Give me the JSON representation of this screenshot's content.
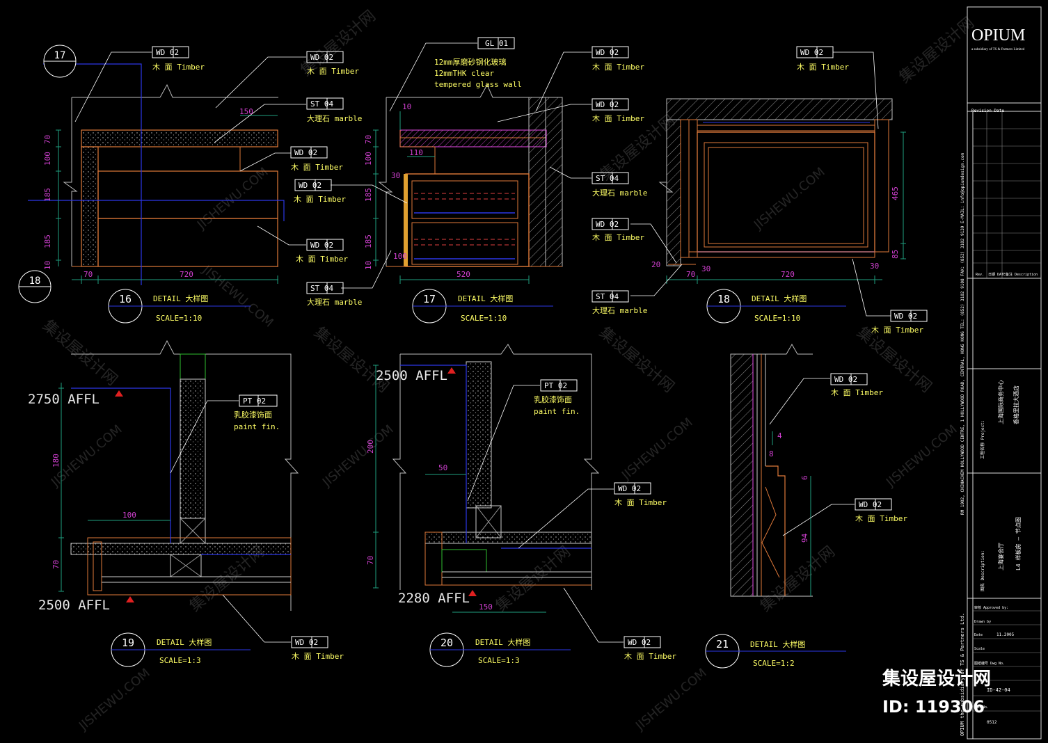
{
  "title_block": {
    "logo": "OPIUM",
    "logo_sub": "a subsidiary of TS & Partners Limited",
    "address": "RM 1902, CHINACHEM HOLLYWOOD CENTRE, 1 HOLLYWOOD ROAD, CENTRAL, HONG KONG   TEL: (852) 3102 9108   FAX: (852) 3102 9139   E-MAIL: info@opiumdesign.com",
    "revision_label": "Revision Date",
    "rev_headers": [
      "Rev.",
      "日期 DATE",
      "备注 Description"
    ],
    "project_label": "工程名称 Project:",
    "project_name_1": "上海国际商务中心",
    "project_name_2": "香格里拉大酒店",
    "desc_label": "图名 Description:",
    "desc_1": "上海宴会厅",
    "desc_2": "L4 样板房 — 节点图",
    "approved_label": "审核 Approved by:",
    "drawn_label": "Drawn by",
    "date_label": "Date",
    "date_value": "11.2005",
    "scale_label": "Scale",
    "drawing_no_label": "图纸编号 Dwg No.",
    "drawing_no": "ID-42-04",
    "job_label": "Job No.",
    "job_no": "0512",
    "vertical_brand": "OPIUM the subsidiary of TS & Partners Ltd."
  },
  "details": [
    {
      "num": "16",
      "title": "DETAIL 大样图",
      "scale": "SCALE=1:10"
    },
    {
      "num": "17",
      "title": "DETAIL 大样图",
      "scale": "SCALE=1:10"
    },
    {
      "num": "18",
      "title": "DETAIL 大样图",
      "scale": "SCALE=1:10"
    },
    {
      "num": "19",
      "title": "DETAIL 大样图",
      "scale": "SCALE=1:3"
    },
    {
      "num": "20",
      "title": "DETAIL 大样图",
      "scale": "SCALE=1:3"
    },
    {
      "num": "21",
      "title": "DETAIL 大样图",
      "scale": "SCALE=1:2"
    }
  ],
  "section_markers": {
    "a": "17",
    "b": "18"
  },
  "tags": {
    "wd02": "WD 02",
    "st04": "ST 04",
    "gl01": "GL 01",
    "pt02": "PT 02",
    "timber": "木 面 Timber",
    "marble": "大理石 marble",
    "glass_1": "12mm厚磨砂钢化玻璃",
    "glass_2": "12mmTHK clear",
    "glass_3": "tempered glass wall",
    "paint_1": "乳胶漆饰面",
    "paint_2": "paint fin."
  },
  "dims": {
    "d16": {
      "w": "720",
      "l": "70",
      "top": "150",
      "v": [
        "70",
        "100",
        "185",
        "185",
        "10"
      ]
    },
    "d17": {
      "w": "520",
      "a": "10",
      "b": "110",
      "c": "30",
      "d": "100",
      "v": [
        "70",
        "100",
        "185",
        "185",
        "10"
      ]
    },
    "d18": {
      "w": "720",
      "l": "70",
      "a": "30",
      "b": "20",
      "c": "30",
      "v1": "465",
      "v2": "85"
    },
    "d19": {
      "h": "100",
      "v1": "180",
      "v2": "70"
    },
    "d20": {
      "a": "50",
      "b": "150",
      "v1": "200",
      "v2": "70"
    },
    "d21": {
      "a": "4",
      "b": "8",
      "c": "6",
      "d": "94"
    }
  },
  "levels": {
    "l19a": "2750 AFFL",
    "l19b": "2500 AFFL",
    "l20a": "2500 AFFL",
    "l20b": "2280 AFFL"
  },
  "watermark": {
    "cn": "集设屋设计网",
    "id": "ID: 119306",
    "en": "JISHEWU.COM"
  },
  "colors": {
    "bg": "#000000",
    "line": "#e07a3a",
    "dim": "#1f9f7f",
    "tag": "#ffff66",
    "blue": "#2c37e8",
    "magenta": "#d040d0",
    "white": "#ffffff"
  }
}
